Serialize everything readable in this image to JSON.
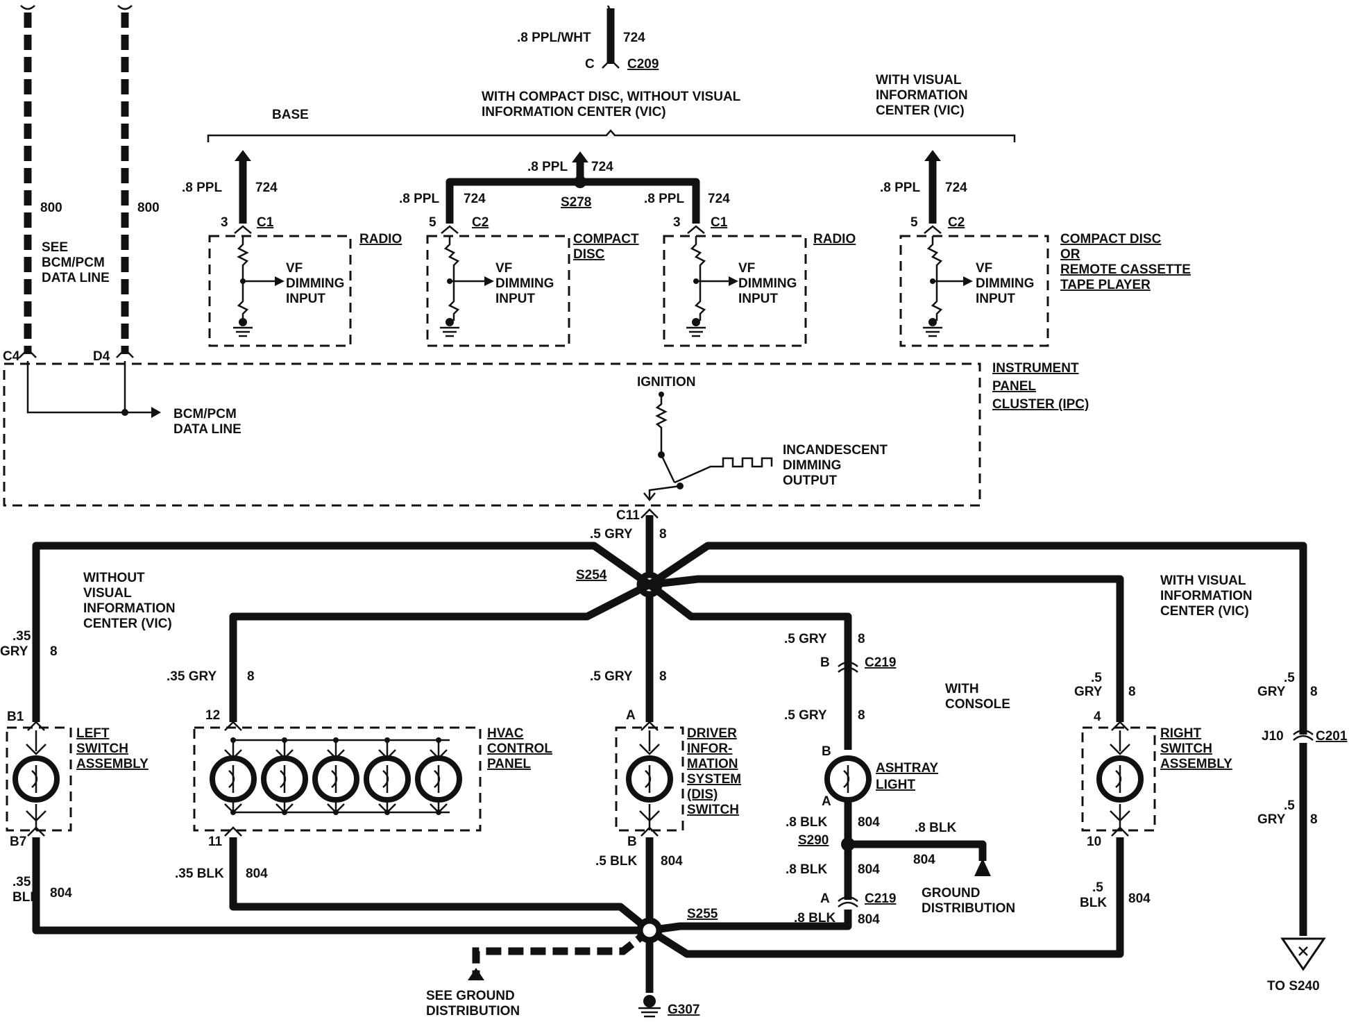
{
  "top_wire": {
    "label": ".8 PPL/WHT",
    "circuit": "724",
    "pin": "C",
    "connector": "C209"
  },
  "variants": {
    "base": "BASE",
    "cd_no_vic": [
      "WITH COMPACT DISC, WITHOUT VISUAL",
      "INFORMATION CENTER (VIC)"
    ],
    "with_vic": [
      "WITH VISUAL",
      "INFORMATION",
      "CENTER (VIC)"
    ]
  },
  "data_lines": {
    "circuit": "800",
    "note": [
      "SEE",
      "BCM/PCM",
      "DATA LINE"
    ],
    "pin_left": "C4",
    "pin_right": "D4",
    "arrow_label": [
      "BCM/PCM",
      "DATA LINE"
    ]
  },
  "wire_labels": {
    "ppl": ".8 PPL",
    "circuit_724": "724",
    "splice_s278": "S278"
  },
  "dimming_input": [
    "VF",
    "DIMMING",
    "INPUT"
  ],
  "modules": [
    {
      "pin": "3",
      "connector": "C1",
      "name": [
        "RADIO"
      ]
    },
    {
      "pin": "5",
      "connector": "C2",
      "name": [
        "COMPACT",
        "DISC"
      ]
    },
    {
      "pin": "3",
      "connector": "C1",
      "name": [
        "RADIO"
      ]
    },
    {
      "pin": "5",
      "connector": "C2",
      "name": [
        "COMPACT DISC",
        "OR",
        "REMOTE CASSETTE",
        "TAPE PLAYER"
      ]
    }
  ],
  "ipc": {
    "name": [
      "INSTRUMENT",
      "PANEL",
      "CLUSTER (IPC)"
    ],
    "ignition": "IGNITION",
    "output": [
      "INCANDESCENT",
      "DIMMING",
      "OUTPUT"
    ],
    "pin": "C11"
  },
  "splices": {
    "s254": "S254",
    "s255": "S255",
    "s290": "S290",
    "g307": "G307"
  },
  "notes": {
    "without_vic": [
      "WITHOUT",
      "VISUAL",
      "INFORMATION",
      "CENTER (VIC)"
    ],
    "with_vic_right": [
      "WITH VISUAL",
      "INFORMATION",
      "CENTER (VIC)"
    ],
    "with_console": [
      "WITH",
      "CONSOLE"
    ]
  },
  "lower_labels": {
    "gry5": ".5 GRY",
    "gry35": ".35 GRY",
    "c8": "8",
    "gry35_a": ".35",
    "gry_b": "GRY",
    "gry5_a": ".5",
    "blk8": ".8 BLK",
    "blk5": ".5 BLK",
    "blk35": ".35 BLK",
    "c804": "804",
    "blk35_a": ".35",
    "blk_b": "BLK",
    "blk5_a": ".5"
  },
  "components": {
    "left_switch": {
      "name": [
        "LEFT",
        "SWITCH",
        "ASSEMBLY"
      ],
      "pin_top": "B1",
      "pin_bottom": "B7"
    },
    "hvac": {
      "name": [
        "HVAC",
        "CONTROL",
        "PANEL"
      ],
      "pin_top": "12",
      "pin_bottom": "11"
    },
    "dis": {
      "name": [
        "DRIVER",
        "INFOR-",
        "MATION",
        "SYSTEM",
        "(DIS)",
        "SWITCH"
      ],
      "pin_top": "A",
      "pin_bottom": "B"
    },
    "ashtray": {
      "name": [
        "ASHTRAY",
        "LIGHT"
      ],
      "pin_top": "B",
      "pin_bottom": "A"
    },
    "right_switch": {
      "name": [
        "RIGHT",
        "SWITCH",
        "ASSEMBLY"
      ],
      "pin_top": "4",
      "pin_bottom": "10"
    }
  },
  "connectors": {
    "c219": "C219",
    "c219_top_pin": "B",
    "c219_bot_pin": "A",
    "c201": "C201",
    "c201_pin": "J10"
  },
  "ground": {
    "see": [
      "SEE GROUND",
      "DISTRIBUTION"
    ],
    "dist": [
      "GROUND",
      "DISTRIBUTION"
    ]
  },
  "to_s240": "TO S240"
}
